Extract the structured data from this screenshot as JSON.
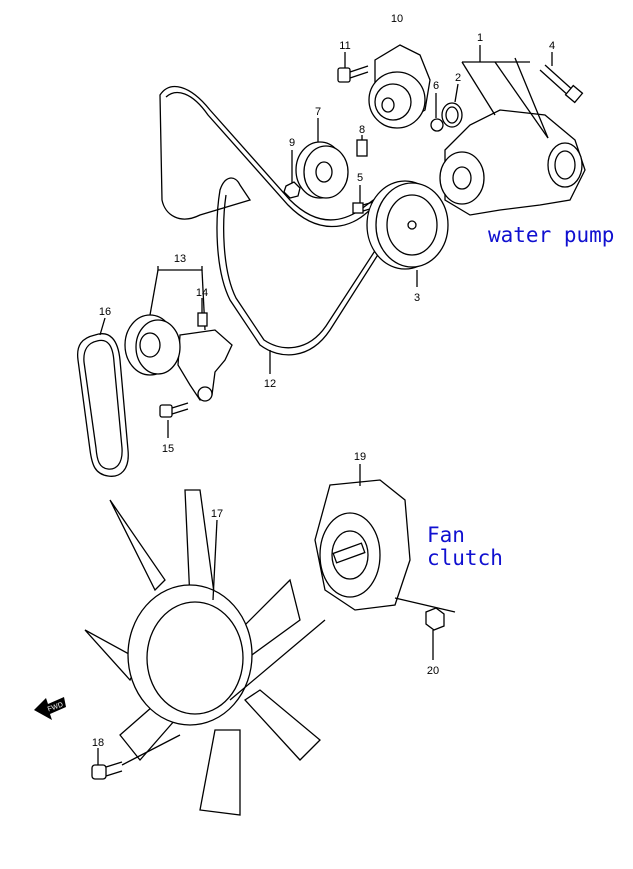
{
  "diagram": {
    "annotations": {
      "water_pump": "water pump",
      "fan_clutch_line1": "Fan",
      "fan_clutch_line2": "clutch"
    },
    "forward_marker": "FWD",
    "part_numbers": [
      "1",
      "2",
      "3",
      "4",
      "5",
      "6",
      "7",
      "8",
      "9",
      "10",
      "11",
      "12",
      "13",
      "14",
      "15",
      "16",
      "17",
      "18",
      "19",
      "20"
    ],
    "annotation_color": "#1010d0"
  }
}
